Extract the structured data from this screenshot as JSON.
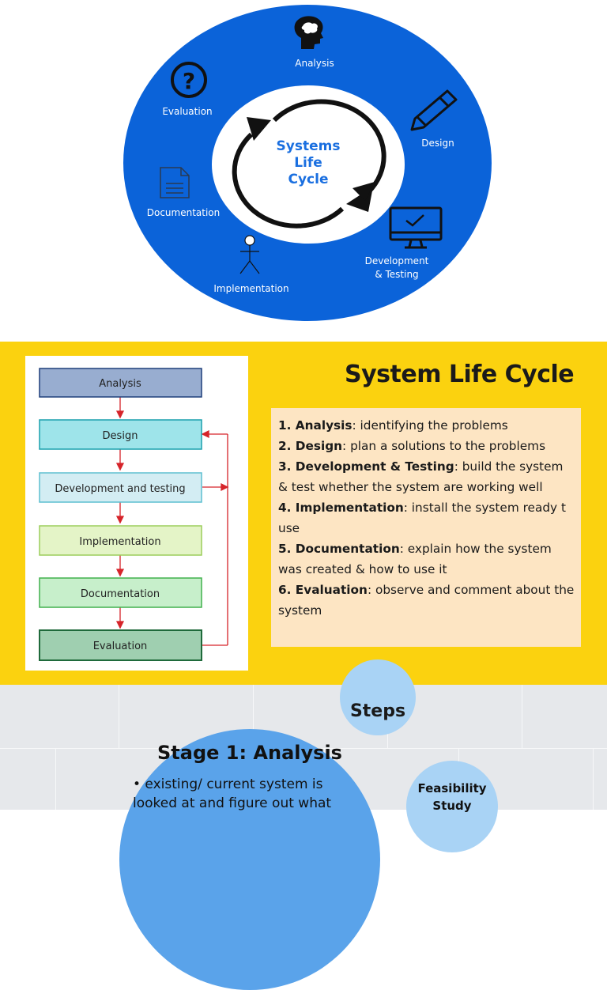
{
  "cycle": {
    "center_label": [
      "Systems",
      "Life",
      "Cycle"
    ],
    "stages": {
      "analysis": "Analysis",
      "design": "Design",
      "development": [
        "Development",
        "& Testing"
      ],
      "implementation": "Implementation",
      "documentation": "Documentation",
      "evaluation": "Evaluation"
    },
    "colors": {
      "ring": "#0b63d9",
      "center_text": "#1a6fe0"
    },
    "icons": [
      "head-icon",
      "pencil-icon",
      "monitor-check-icon",
      "person-icon",
      "document-icon",
      "question-icon",
      "cycle-arrows-icon"
    ]
  },
  "life_cycle_panel": {
    "title": "System Life Cycle",
    "flowchart": [
      "Analysis",
      "Design",
      "Development and testing",
      "Implementation",
      "Documentation",
      "Evaluation"
    ],
    "descriptions": [
      {
        "term": "1. Analysis",
        "text": ": identifying the problems"
      },
      {
        "term": "2. Design",
        "text": ": plan a solutions to the problems"
      },
      {
        "term": "3. Development & Testing",
        "text": ": build the system & test whether the system are working well"
      },
      {
        "term": "4. Implementation",
        "text": ": install the system ready t use"
      },
      {
        "term": "5. Documentation",
        "text": ": explain how the system was created & how to use it"
      },
      {
        "term": "6. Evaluation",
        "text": ": observe and comment about the system"
      }
    ],
    "colors": {
      "background": "#fbd20f",
      "desc_box": "#fde5c3"
    }
  },
  "steps": {
    "label": "Steps",
    "stage_title": "Stage 1: Analysis",
    "bullet": "• existing/ current system is looked at and figure out what",
    "feasibility": [
      "Feasibility",
      "Study"
    ]
  }
}
